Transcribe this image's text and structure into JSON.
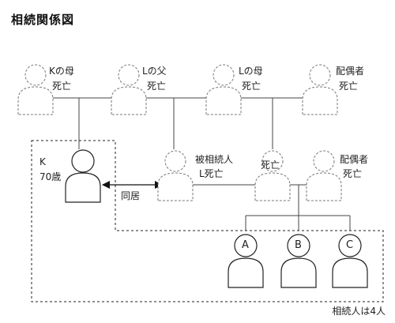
{
  "title": "相続関係図",
  "labels": {
    "k_mother": "Kの母",
    "k_mother_status": "死亡",
    "l_father": "Lの父",
    "l_father_status": "死亡",
    "l_mother": "Lの母",
    "l_mother_status": "死亡",
    "spouse_top": "配偶者",
    "spouse_top_status": "死亡",
    "k_name": "K",
    "k_age": "70歳",
    "decedent": "被相続人",
    "decedent_status": "L死亡",
    "sibling_status": "死亡",
    "spouse_mid": "配偶者",
    "spouse_mid_status": "死亡",
    "cohabit": "同居",
    "child_a": "A",
    "child_b": "B",
    "child_c": "C",
    "heirs_note": "相続人は4人"
  }
}
